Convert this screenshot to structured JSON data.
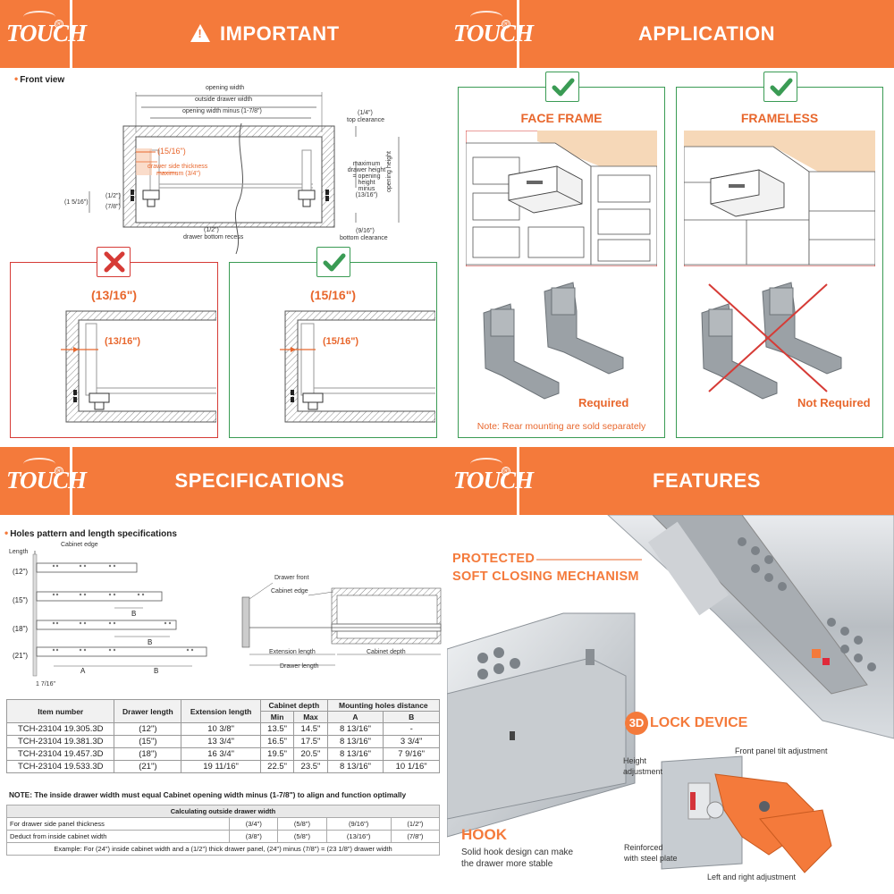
{
  "brand": {
    "logo_text": "TOUCH",
    "registered": "®"
  },
  "colors": {
    "accent": "#f47a3b",
    "ok_green": "#3a9b54",
    "bad_red": "#d63b36",
    "label_orange": "#e8672d"
  },
  "important": {
    "banner_title": "IMPORTANT",
    "front_view_label": "Front view",
    "dims": {
      "opening_width": "opening width",
      "outside_drawer_width": "outside drawer width",
      "opening_width_minus": "opening width minus (1-7/8\")",
      "top_clearance_val": "(1/4\")",
      "top_clearance": "top clearance",
      "side_15_16": "(15/16\")",
      "drawer_side_thickness": "drawer side thickness",
      "maximum_3_4": "maximum (3/4\")",
      "maximum_drawer_height_1": "maximum",
      "maximum_drawer_height_2": "drawer height",
      "maximum_drawer_height_3": "= opening height",
      "maximum_drawer_height_4": "minus (13/16\")",
      "opening_height": "opening height",
      "half": "(1/2\")",
      "seven_eighths": "(7/8\")",
      "one_five_sixteenths": "(1 5/16\")",
      "bottom_recess_val": "(1/2\")",
      "bottom_recess": "drawer bottom recess",
      "bottom_clearance_val": "(9/16\")",
      "bottom_clearance": "bottom clearance"
    },
    "bad_panel": {
      "heading": "(13/16\")",
      "callout": "(13/16\")"
    },
    "good_panel": {
      "heading": "(15/16\")",
      "callout": "(15/16\")"
    }
  },
  "application": {
    "banner_title": "APPLICATION",
    "face_frame": {
      "heading": "FACE FRAME",
      "label": "Required"
    },
    "frameless": {
      "heading": "FRAMELESS",
      "label": "Not Required"
    },
    "note": "Note: Rear mounting are sold separately"
  },
  "specifications": {
    "banner_title": "SPECIFICATIONS",
    "section_title": "Holes pattern and length specifications",
    "diagram_labels": {
      "length": "Length",
      "cabinet_edge": "Cabinet edge",
      "rows": [
        "(12\")",
        "(15\")",
        "(18\")",
        "(21\")"
      ],
      "a": "A",
      "b": "B",
      "seven_sixteenths": "1 7/16\"",
      "drawer_front": "Drawer front",
      "cabinet_edge_2": "Cabinet edge",
      "extension_length": "Extension length",
      "cabinet_depth": "Cabinet depth",
      "drawer_length": "Drawer length"
    },
    "table": {
      "headers": {
        "item_number": "Item number",
        "drawer_length": "Drawer length",
        "extension_length": "Extension length",
        "cabinet_depth": "Cabinet depth",
        "min": "Min",
        "max": "Max",
        "mounting_holes": "Mounting holes distance",
        "a": "A",
        "b": "B"
      },
      "rows": [
        [
          "TCH-23104 19.305.3D",
          "(12\")",
          "10 3/8\"",
          "13.5\"",
          "14.5\"",
          "8 13/16\"",
          "-"
        ],
        [
          "TCH-23104 19.381.3D",
          "(15\")",
          "13 3/4\"",
          "16.5\"",
          "17.5\"",
          "8 13/16\"",
          "3 3/4\""
        ],
        [
          "TCH-23104 19.457.3D",
          "(18\")",
          "16 3/4\"",
          "19.5\"",
          "20.5\"",
          "8 13/16\"",
          "7 9/16\""
        ],
        [
          "TCH-23104 19.533.3D",
          "(21\")",
          "19 11/16\"",
          "22.5\"",
          "23.5\"",
          "8 13/16\"",
          "10 1/16\""
        ]
      ]
    },
    "note": "NOTE: The inside drawer width must equal Cabinet opening width minus (1-7/8\") to align and function optimally",
    "calc": {
      "header": "Calculating outside drawer width",
      "row1_label": "For drawer side panel thickness",
      "row1": [
        "(3/4\")",
        "(5/8\")",
        "(9/16\")",
        "(1/2\")"
      ],
      "row2_label": "Deduct from inside cabinet width",
      "row2": [
        "(3/8\")",
        "(5/8\")",
        "(13/16\")",
        "(7/8\")"
      ],
      "example": "Example: For (24\") inside cabinet width and a (1/2\") thick drawer panel, (24\") minus (7/8\") = (23 1/8\") drawer width"
    }
  },
  "features": {
    "banner_title": "FEATURES",
    "protected_1": "PROTECTED",
    "protected_2": "SOFT CLOSING MECHANISM",
    "lock_3d": "3D",
    "lock_text": "LOCK DEVICE",
    "front_panel_tilt": "Front panel tilt adjustment",
    "height_adj_1": "Height",
    "height_adj_2": "adjustment",
    "reinforced_1": "Reinforced",
    "reinforced_2": "with steel plate",
    "left_right": "Left and right adjustment",
    "hook_title": "HOOK",
    "hook_desc_1": "Solid hook design can make",
    "hook_desc_2": "the drawer more stable"
  }
}
